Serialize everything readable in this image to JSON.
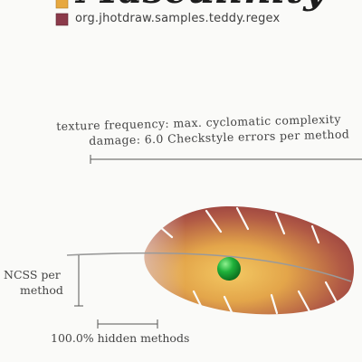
{
  "legend": {
    "title": "Masculinity",
    "colors": {
      "title_swatch": "#e7a83f",
      "package_swatch": "#8b3a4a"
    },
    "package": "org.jhotdraw.samples.teddy.regex"
  },
  "mapping": {
    "texture_line": "texture frequency: max. cyclomatic complexity",
    "damage_line": "damage: 6.0 Checkstyle errors per method",
    "ncss_line1": "NCSS per",
    "ncss_line2": "method",
    "hidden_label": "100.0% hidden methods"
  },
  "feather": {
    "colors": {
      "base": "#e9b850",
      "edge": "#9b3c44",
      "dot": "#15a52e"
    }
  }
}
